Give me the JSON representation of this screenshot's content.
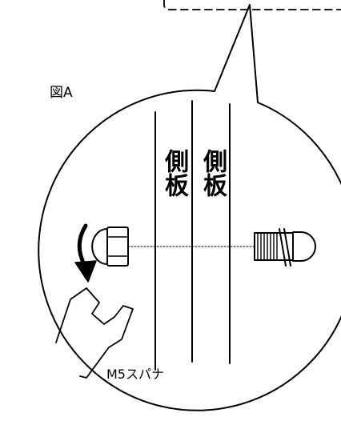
{
  "figure": {
    "label": "図A",
    "panels": [
      {
        "text": "側板"
      },
      {
        "text": "側板"
      }
    ],
    "tool_label": "M5スパナ",
    "icons": [
      "cap-nut-icon",
      "rotation-arrow-icon",
      "wrench-icon",
      "bolt-icon"
    ],
    "colors": {
      "line": "#000000",
      "background": "#ffffff"
    }
  }
}
